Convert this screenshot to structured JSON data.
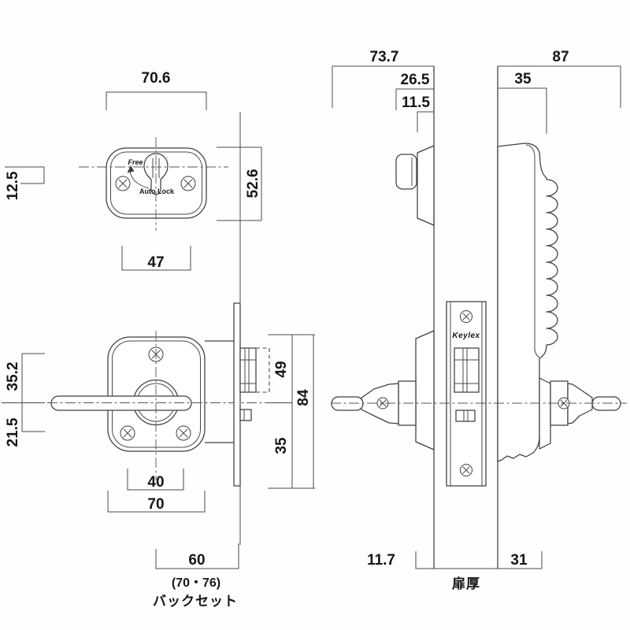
{
  "drawing_type": "lock-dimension-diagram",
  "dimensions": {
    "thumbturn_plate": {
      "width": "70.6",
      "height": "52.6",
      "center_offset": "12.5",
      "screw_pitch": "47"
    },
    "lever_plate": {
      "above_center": "35.2",
      "below_center": "21.5",
      "screw_pitch": "40",
      "width": "70"
    },
    "lock_case": {
      "above_center": "49",
      "below_center": "35",
      "height": "84"
    },
    "side_view": {
      "inside_projection": "73.7",
      "thumbturn_projection": "26.5",
      "inside_plate": "11.5",
      "outside_projection": "87",
      "outside_body": "35"
    },
    "bottom": {
      "backset": "60",
      "backset_options": "(70・76)",
      "inside_bottom": "11.7",
      "outside_bottom": "31"
    }
  },
  "labels": {
    "free": "Free",
    "auto_lock": "Auto Lock",
    "brand": "Keylex",
    "backset": "バックセット",
    "door_thickness": "扉厚"
  }
}
